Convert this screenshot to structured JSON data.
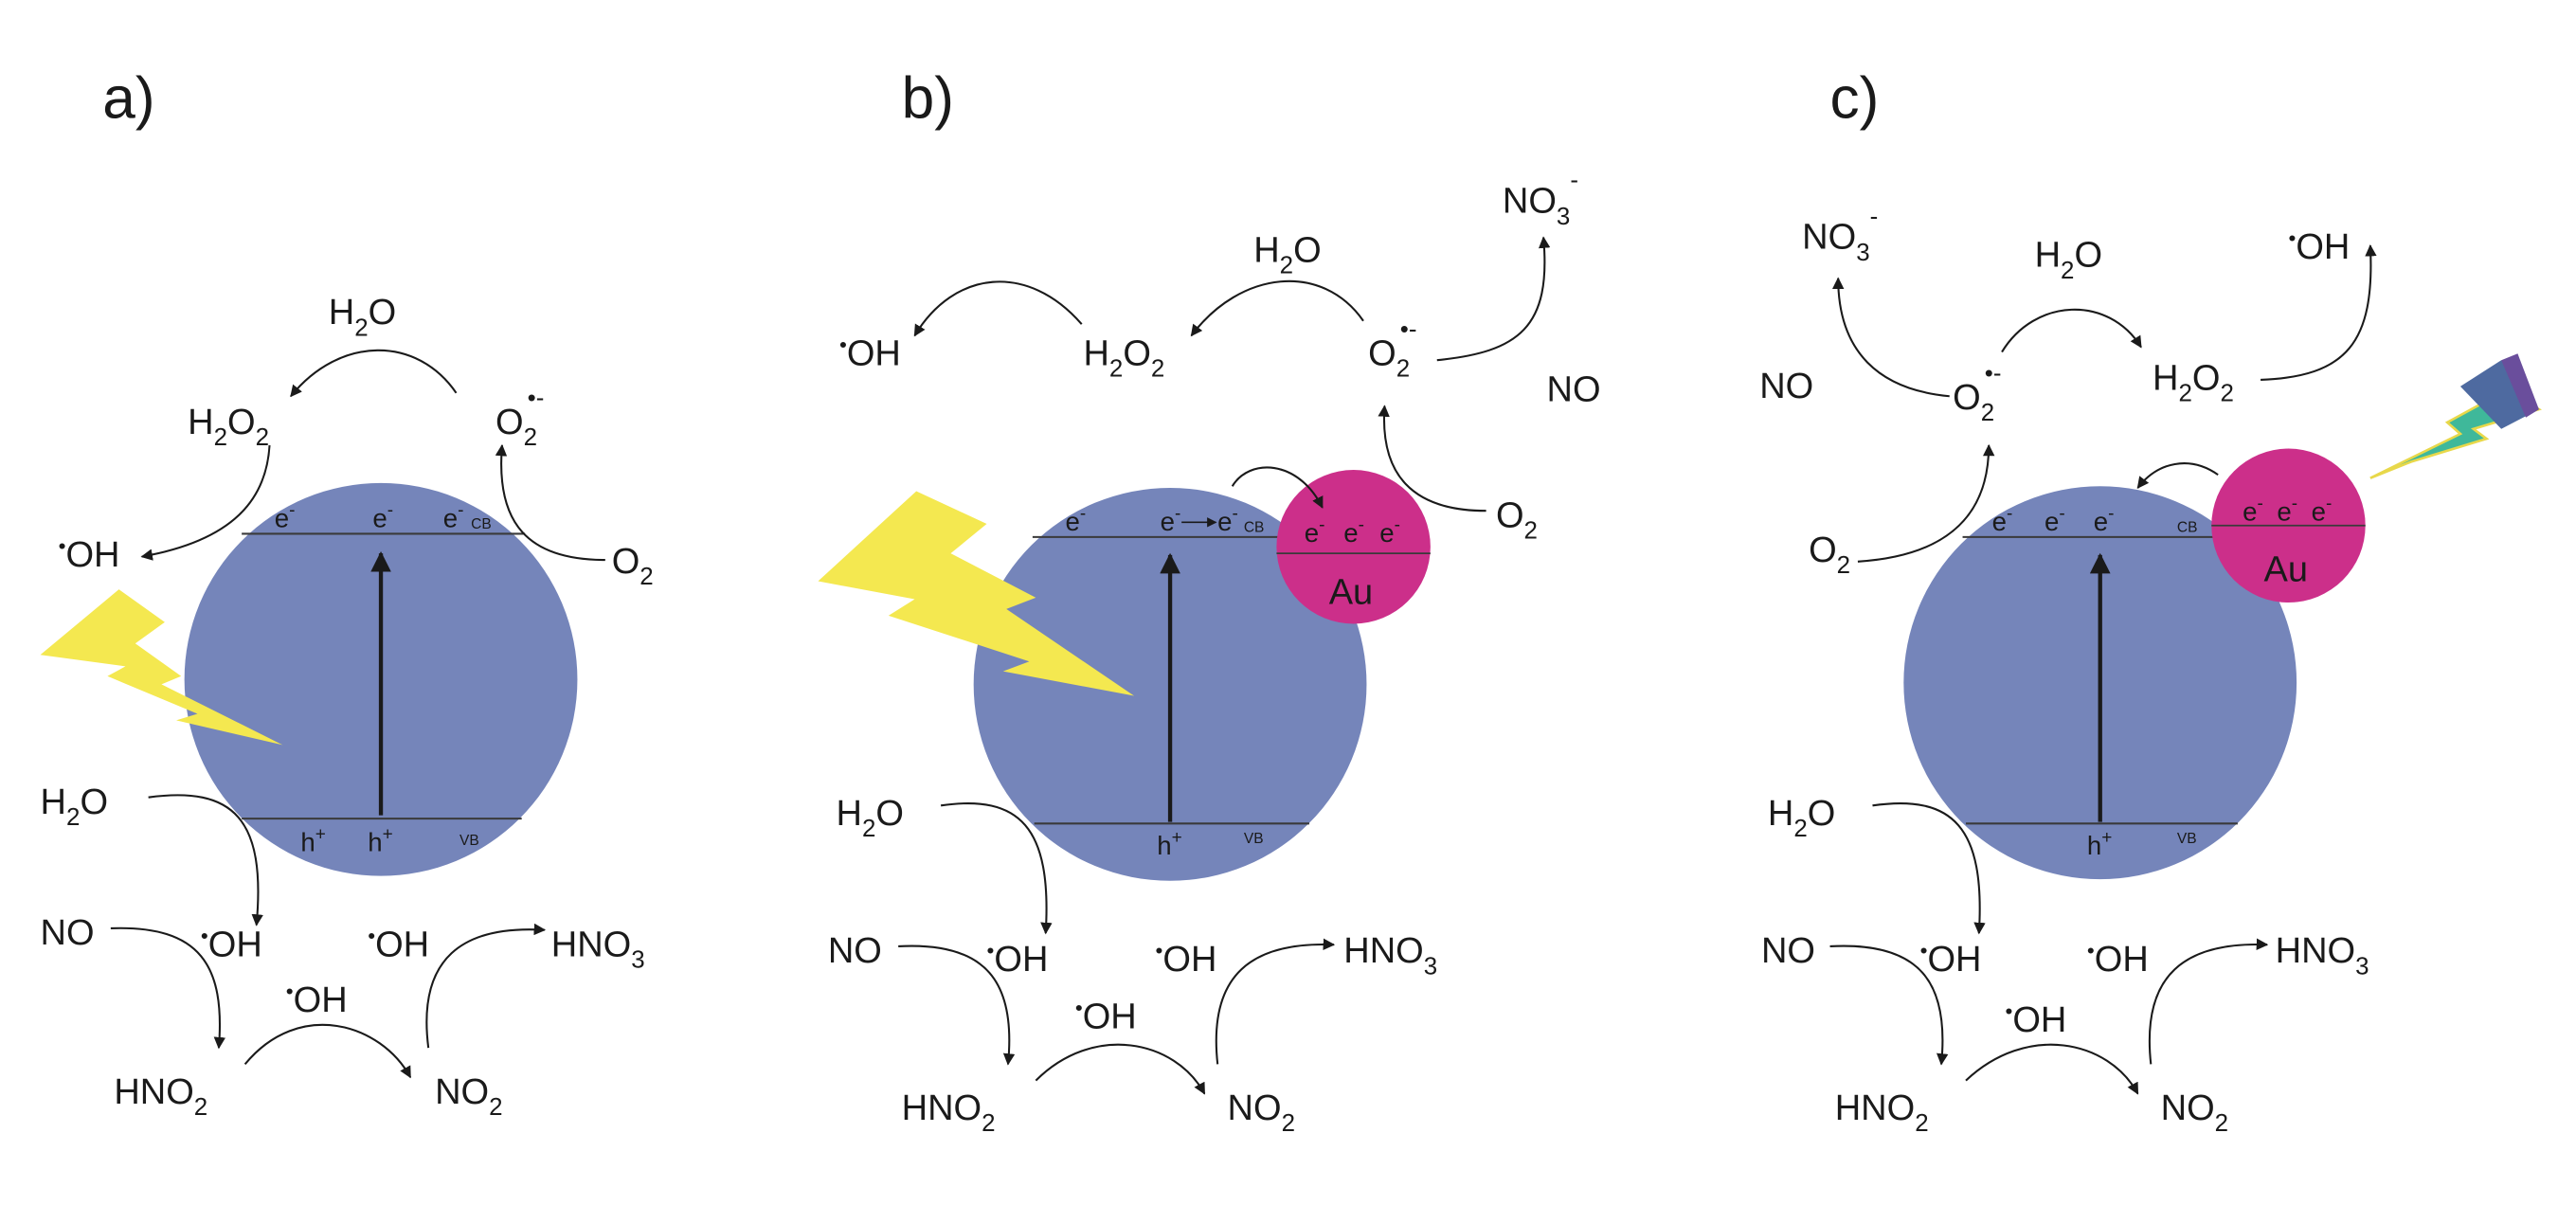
{
  "colors": {
    "semiconductor": "#7585ba",
    "gold": "#cc2f8a",
    "band_line": "#3a3a3a",
    "arrow": "#1a1a1a",
    "flash_yellow": "#f4e850",
    "flash_teal": "#3fb89a",
    "flash_blue": "#4e6aa0",
    "flash_purple": "#6a4e9c"
  },
  "panels": {
    "a": {
      "letter": "a)",
      "cb_electrons": [
        "e",
        "e",
        "e"
      ],
      "cb_label": "CB",
      "vb_holes": [
        "h",
        "h"
      ],
      "vb_label": "VB",
      "species": {
        "h2o_top": "H",
        "h2o2": "H",
        "o2_rad": "O",
        "oh_left": "OH",
        "o2_right": "O",
        "h2o_left": "H",
        "oh_mid": "OH",
        "no": "NO",
        "oh_cascade": "OH",
        "oh_right": "OH",
        "hno3": "HNO",
        "hno2": "HNO",
        "no2": "NO"
      }
    },
    "b": {
      "letter": "b)",
      "au_label": "Au",
      "no": "NO"
    },
    "c": {
      "letter": "c)",
      "au_label": "Au",
      "no": "NO"
    }
  }
}
